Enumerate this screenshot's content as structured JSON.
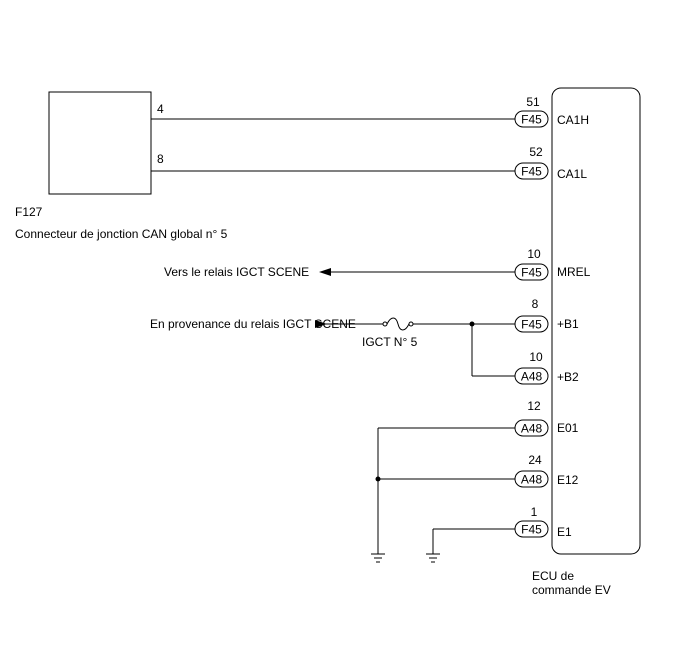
{
  "component_left": {
    "id": "F127",
    "name": "Connecteur de jonction CAN global n° 5",
    "pins": {
      "top": "4",
      "bottom": "8"
    }
  },
  "ecu": {
    "name_line1": "ECU de",
    "name_line2": "commande EV",
    "terminals": [
      {
        "pin": "51",
        "connector": "F45",
        "signal": "CA1H"
      },
      {
        "pin": "52",
        "connector": "F45",
        "signal": "CA1L"
      },
      {
        "pin": "10",
        "connector": "F45",
        "signal": "MREL"
      },
      {
        "pin": "8",
        "connector": "F45",
        "signal": "+B1"
      },
      {
        "pin": "10",
        "connector": "A48",
        "signal": "+B2"
      },
      {
        "pin": "12",
        "connector": "A48",
        "signal": "E01"
      },
      {
        "pin": "24",
        "connector": "A48",
        "signal": "E12"
      },
      {
        "pin": "1",
        "connector": "F45",
        "signal": "E1"
      }
    ]
  },
  "labels": {
    "to_relay": "Vers le relais IGCT SCENE",
    "from_relay": "En provenance du relais IGCT SCENE",
    "fuse": "IGCT N° 5"
  }
}
